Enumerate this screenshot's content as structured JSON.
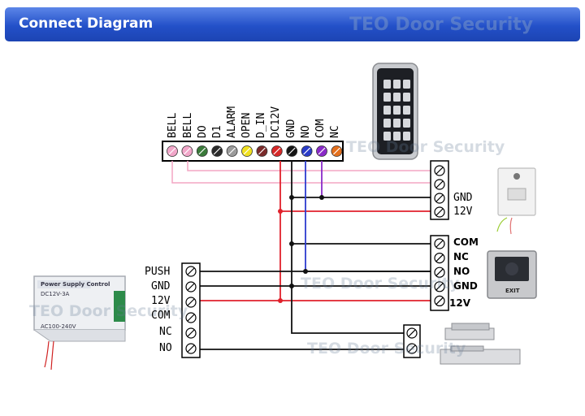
{
  "header": {
    "title": "Connect Diagram",
    "watermark": "TEO Door Security"
  },
  "watermark": "TEO Door Security",
  "keypad_terminals": {
    "labels": [
      "BELL",
      "BELL",
      "DO",
      "D1",
      "ALARM",
      "OPEN",
      "D_IN",
      "DC12V",
      "GND",
      "NO",
      "COM",
      "NC"
    ],
    "colors": [
      "#f1a6c9",
      "#f1a6c9",
      "#3a7a3a",
      "#2a2a2a",
      "#9b9b9b",
      "#f0e020",
      "#7a2a2a",
      "#d62828",
      "#151515",
      "#2a3cc8",
      "#8a2ac8",
      "#e4701e"
    ]
  },
  "doorbell_terminals": {
    "labels": [
      "",
      "",
      "GND",
      "12V"
    ]
  },
  "exit_button_terminals": {
    "labels": [
      "COM",
      "NC",
      "NO",
      "GND",
      "12V"
    ]
  },
  "power_supply_terminals": {
    "labels": [
      "PUSH",
      "GND",
      "12V",
      "COM",
      "NC",
      "NO"
    ]
  },
  "power_supply": {
    "title": "Power Supply Control",
    "model": "DC12V-3A",
    "output": "AC100-240V"
  },
  "exit_button": {
    "label": "EXIT"
  },
  "wire_colors": {
    "pink": "#f4a6c4",
    "red": "#e0212b",
    "black": "#111111",
    "blue": "#2c3bd0",
    "purple": "#8a2ac8"
  }
}
